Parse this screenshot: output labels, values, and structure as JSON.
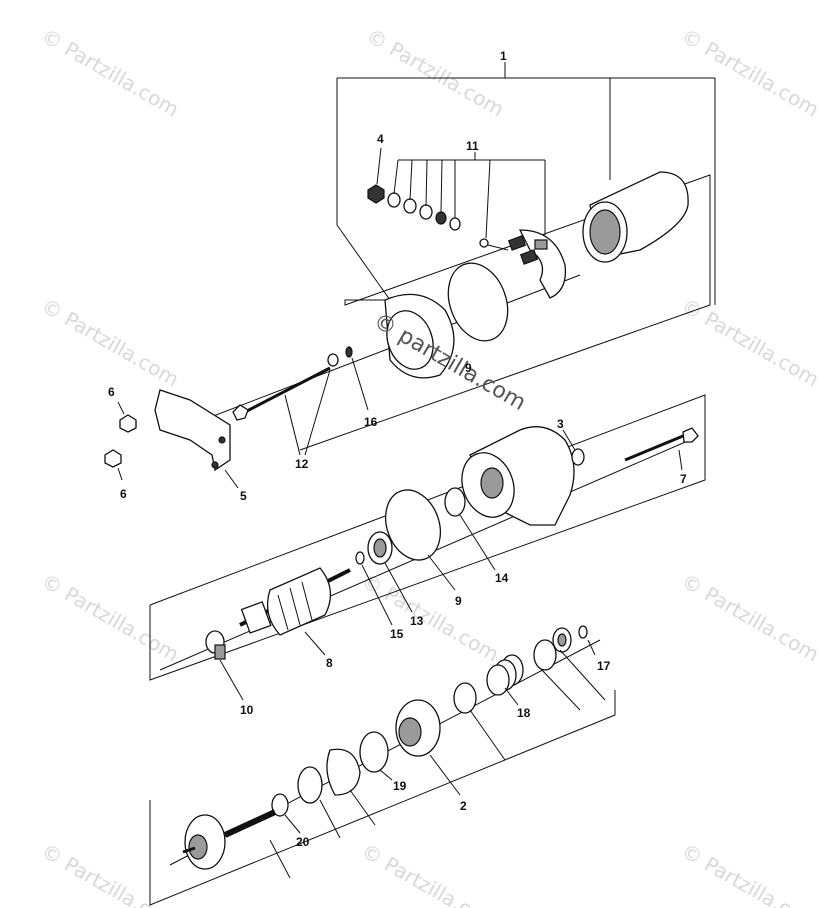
{
  "watermark_text": "© Partzilla.com",
  "center_watermark_text": "© partzilla.com",
  "callouts": {
    "c1": "1",
    "c2": "2",
    "c3": "3",
    "c4": "4",
    "c5": "5",
    "c6a": "6",
    "c6b": "6",
    "c7": "7",
    "c8": "8",
    "c9a": "9",
    "c9b": "9",
    "c10": "10",
    "c11": "11",
    "c12": "12",
    "c13": "13",
    "c14": "14",
    "c15": "15",
    "c16": "16",
    "c17": "17",
    "c18": "18",
    "c19": "19",
    "c20": "20"
  }
}
